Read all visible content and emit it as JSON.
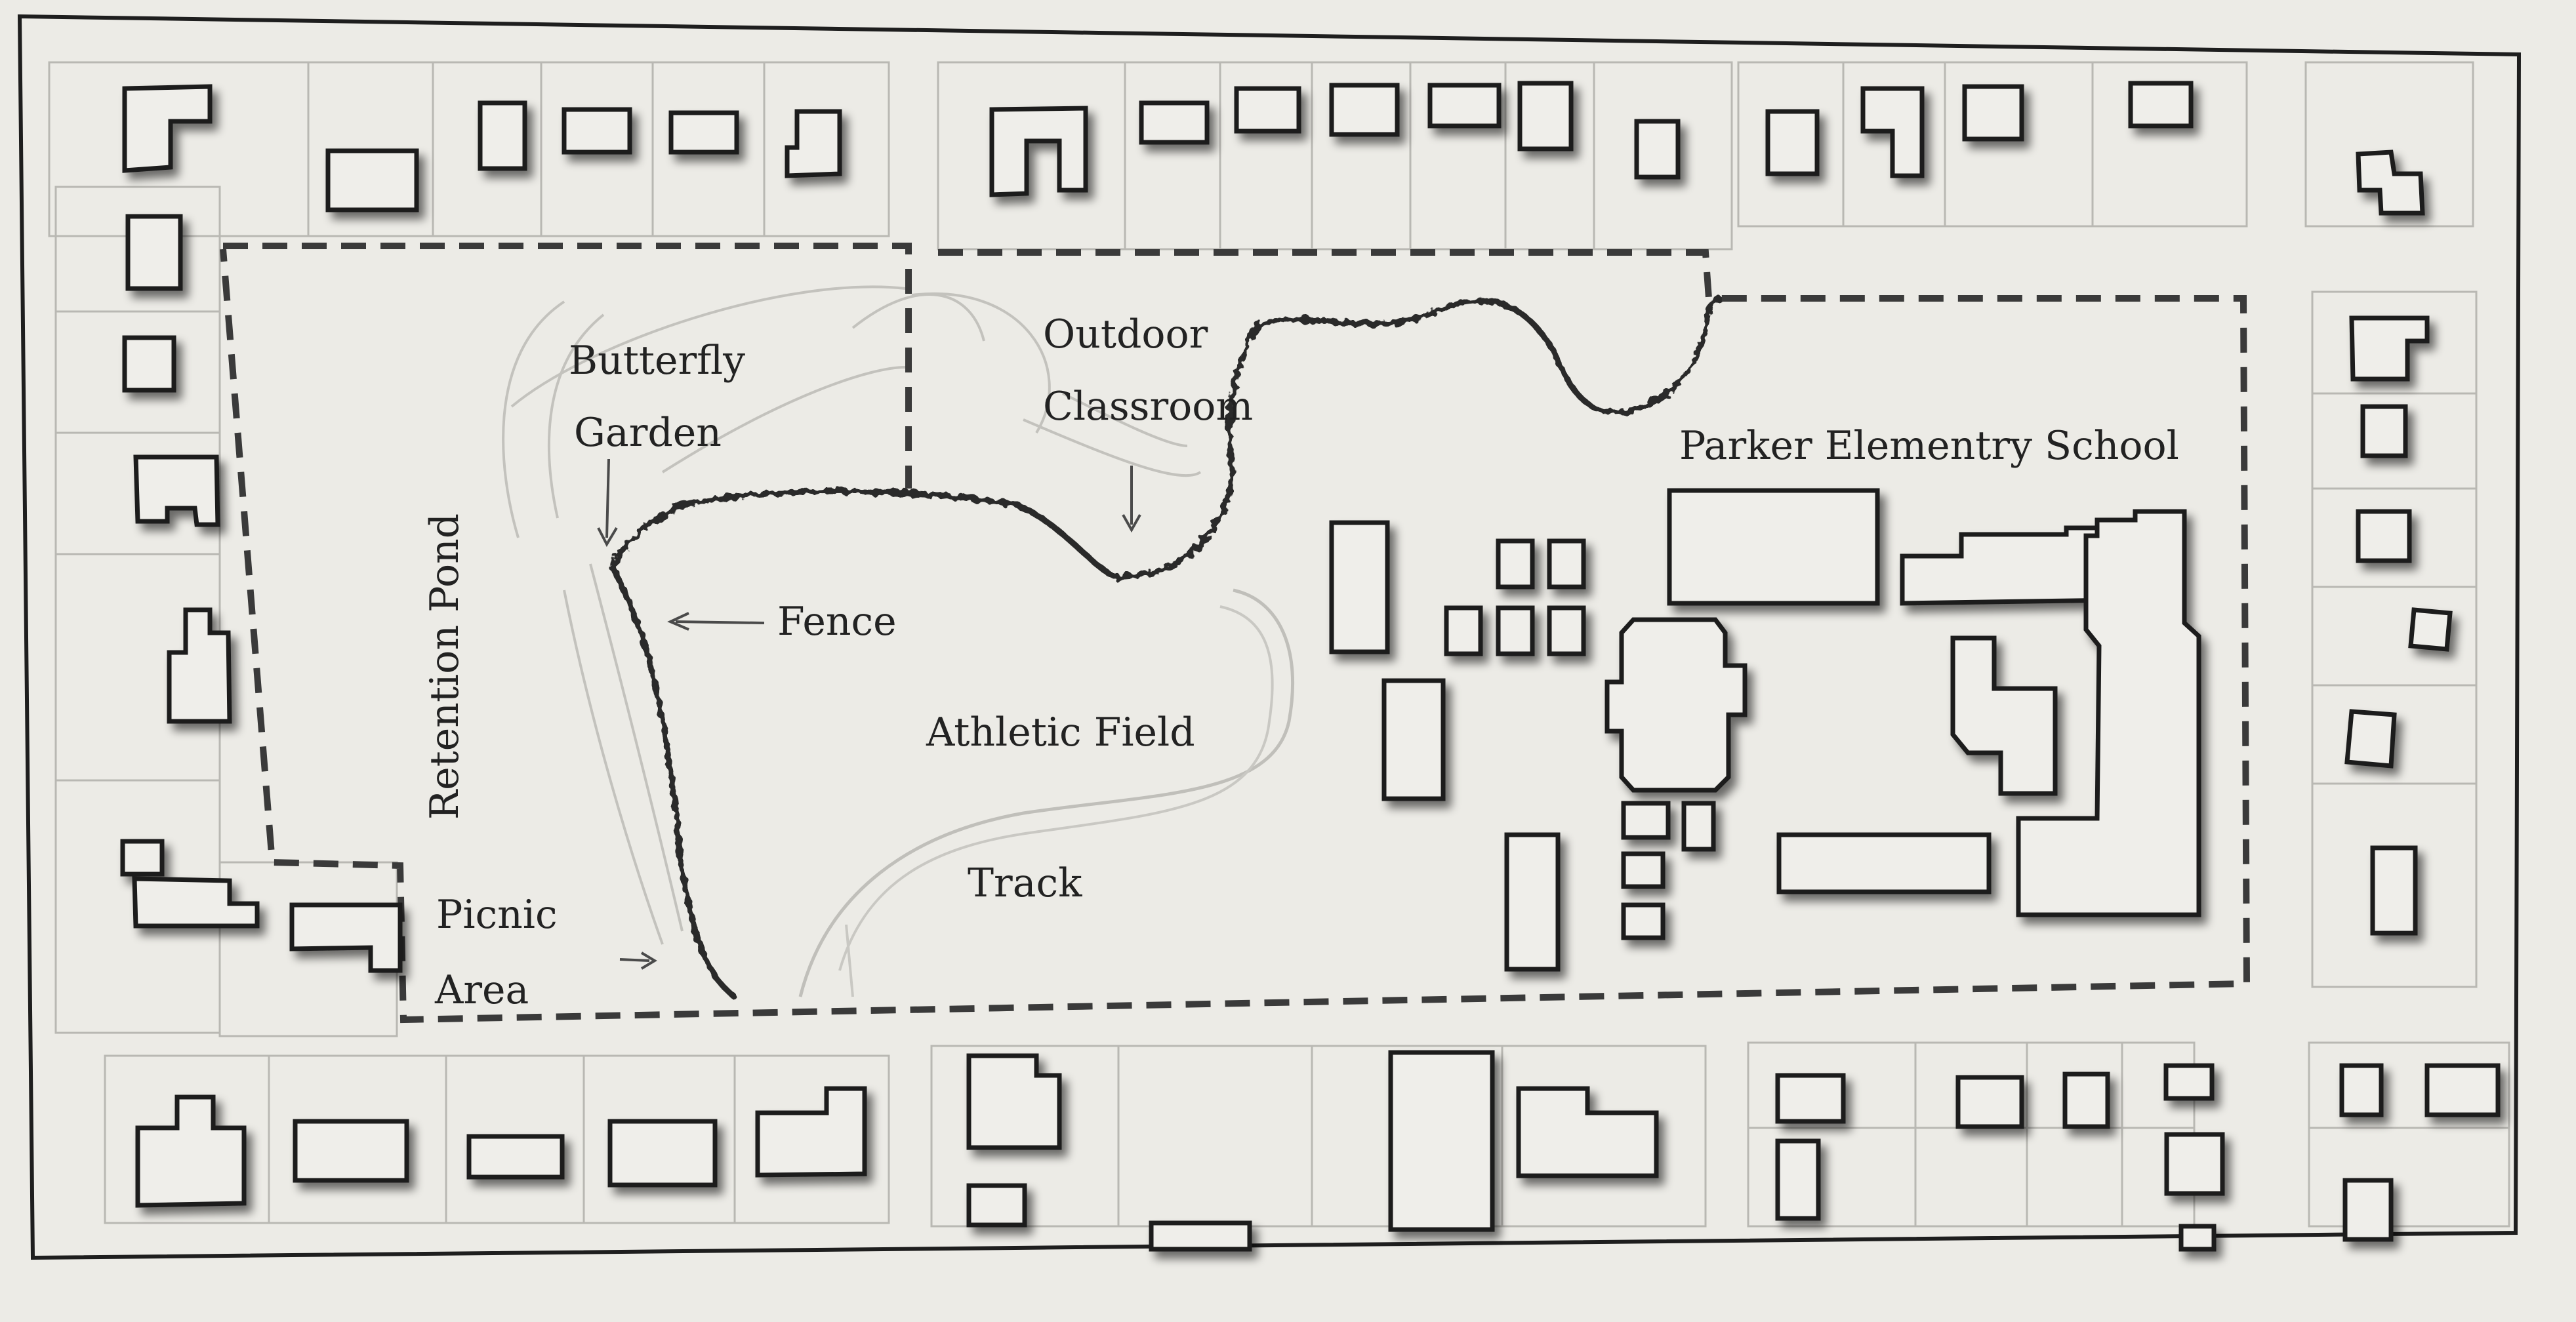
{
  "labels": {
    "butterfly_line1": "Butterfly",
    "butterfly_line2": "Garden",
    "outdoor_line1": "Outdoor",
    "outdoor_line2": "Classroom",
    "school": "Parker Elementry School",
    "retention": "Retention Pond",
    "fence": "Fence",
    "athletic": "Athletic Field",
    "track": "Track",
    "picnic_line1": "Picnic",
    "picnic_line2": "Area"
  },
  "colors": {
    "paper": "#ecebe6",
    "ink": "#1e1e1e",
    "lot_lines": "#b9b8b3",
    "shadow": "#9a9995",
    "boundary": "#3a3a3a"
  }
}
